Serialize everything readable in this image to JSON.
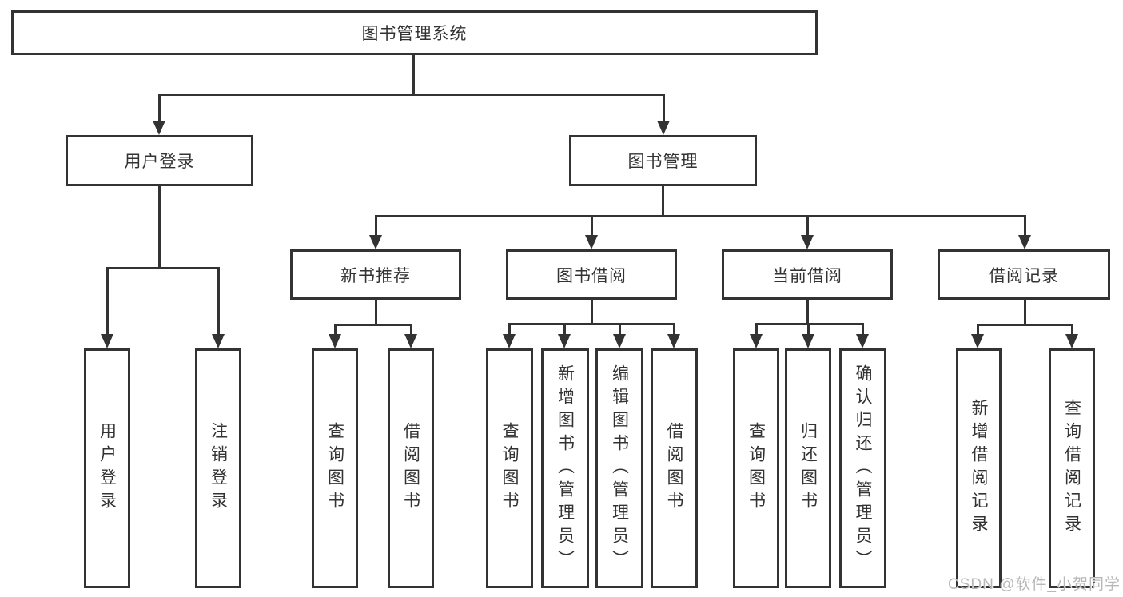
{
  "diagram": {
    "root": {
      "label": "图书管理系统"
    },
    "branches": [
      {
        "label": "用户登录",
        "children": [
          {
            "label": "用户登录"
          },
          {
            "label": "注销登录"
          }
        ]
      },
      {
        "label": "图书管理",
        "children": [
          {
            "label": "新书推荐",
            "children": [
              {
                "label": "查询图书"
              },
              {
                "label": "借阅图书"
              }
            ]
          },
          {
            "label": "图书借阅",
            "children": [
              {
                "label": "查询图书"
              },
              {
                "label": "新增图书（管理员）"
              },
              {
                "label": "编辑图书（管理员）"
              },
              {
                "label": "借阅图书"
              }
            ]
          },
          {
            "label": "当前借阅",
            "children": [
              {
                "label": "查询图书"
              },
              {
                "label": "归还图书"
              },
              {
                "label": "确认归还（管理员）"
              }
            ]
          },
          {
            "label": "借阅记录",
            "children": [
              {
                "label": "新增借阅记录"
              },
              {
                "label": "查询借阅记录"
              }
            ]
          }
        ]
      }
    ]
  },
  "watermark": {
    "text": "CSDN @软件_小贺同学",
    "color": "#b8b8b8"
  },
  "colors": {
    "line": "#333333",
    "text": "#333333",
    "background": "#ffffff"
  }
}
